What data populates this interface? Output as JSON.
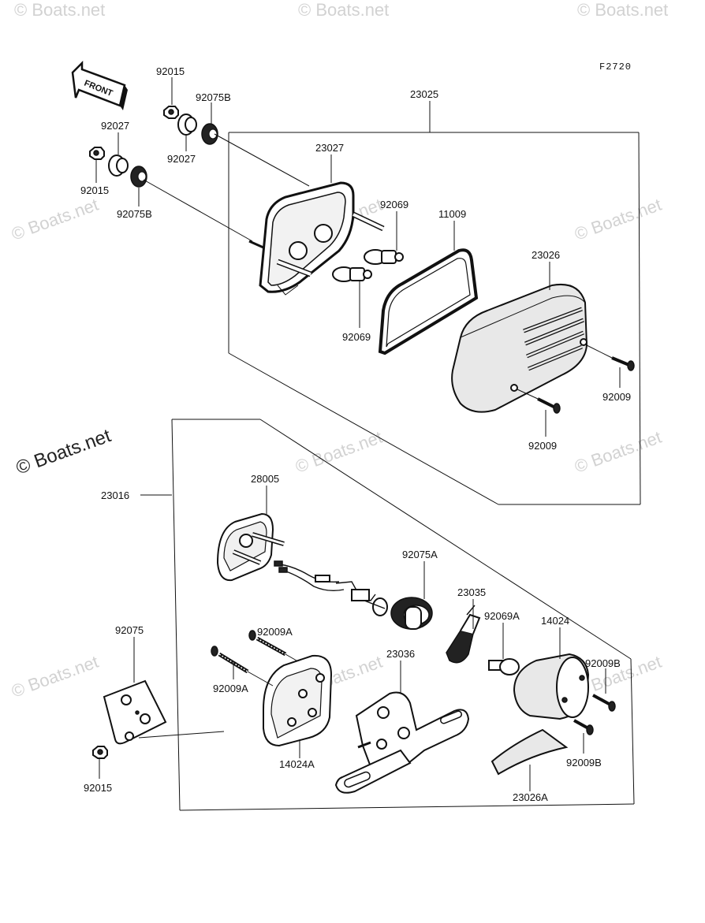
{
  "figure_code": "F2720",
  "front_arrow_label": "FRONT",
  "watermarks": [
    "© Boats.net"
  ],
  "part_labels": {
    "p92015_a": "92015",
    "p92075B_a": "92075B",
    "p92027_a": "92027",
    "p92027_b": "92027",
    "p92015_b": "92015",
    "p92075B_b": "92075B",
    "p23025": "23025",
    "p23027": "23027",
    "p92069_a": "92069",
    "p11009": "11009",
    "p23026": "23026",
    "p92069_b": "92069",
    "p92009_a": "92009",
    "p92009_b": "92009",
    "p23016": "23016",
    "p28005": "28005",
    "p92075A": "92075A",
    "p23035": "23035",
    "p92069A": "92069A",
    "p14024": "14024",
    "p92075": "92075",
    "p92009A_a": "92009A",
    "p92009A_b": "92009A",
    "p23036": "23036",
    "p92009B_a": "92009B",
    "p92009B_b": "92009B",
    "p14024A": "14024A",
    "p92015_c": "92015",
    "p23026A": "23026A"
  }
}
